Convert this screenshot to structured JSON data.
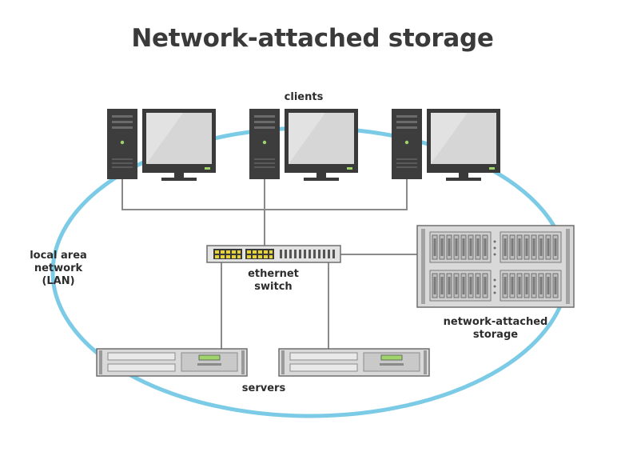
{
  "title": "Network-attached storage",
  "labels": {
    "clients": "clients",
    "lan": "local area\nnetwork\n(LAN)",
    "switch": "ethernet\nswitch",
    "nas": "network-attached\nstorage",
    "servers": "servers"
  },
  "colors": {
    "lan_ring": "#7ccbe6",
    "cable": "#8a8a8a",
    "tower": "#3d3d3d",
    "monitor_bezel": "#3a3a3a",
    "screen": "#e2e2e2",
    "led_green": "#9fd46a",
    "rack_fill": "#d9d9d9",
    "rack_border": "#6e6e6e",
    "switch_port": "#e6d33a"
  },
  "icons": {
    "client": "desktop-computer-icon",
    "switch": "ethernet-switch-icon",
    "nas": "nas-rack-icon",
    "server": "rack-server-icon"
  }
}
